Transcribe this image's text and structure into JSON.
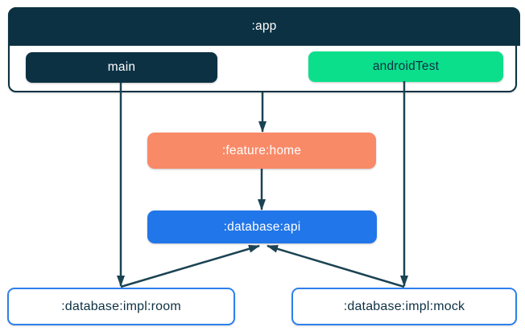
{
  "colors": {
    "navy": "#0C3143",
    "green": "#0CDF8C",
    "coral": "#F98A68",
    "blue": "#2176E9",
    "blue_border": "#2E80EB",
    "arrow": "#1B4353",
    "white": "#FFFFFF"
  },
  "diagram": {
    "app": {
      "label": ":app"
    },
    "source_sets": {
      "main": "main",
      "android_test": "androidTest"
    },
    "nodes": {
      "feature_home": ":feature:home",
      "database_api": ":database:api",
      "database_impl_room": ":database:impl:room",
      "database_impl_mock": ":database:impl:mock"
    },
    "edges": [
      {
        "from": ":app",
        "to": ":feature:home"
      },
      {
        "from": ":feature:home",
        "to": ":database:api"
      },
      {
        "from": "main",
        "to": ":database:impl:room"
      },
      {
        "from": "androidTest",
        "to": ":database:impl:mock"
      },
      {
        "from": ":database:impl:room",
        "to": ":database:api"
      },
      {
        "from": ":database:impl:mock",
        "to": ":database:api"
      }
    ]
  }
}
